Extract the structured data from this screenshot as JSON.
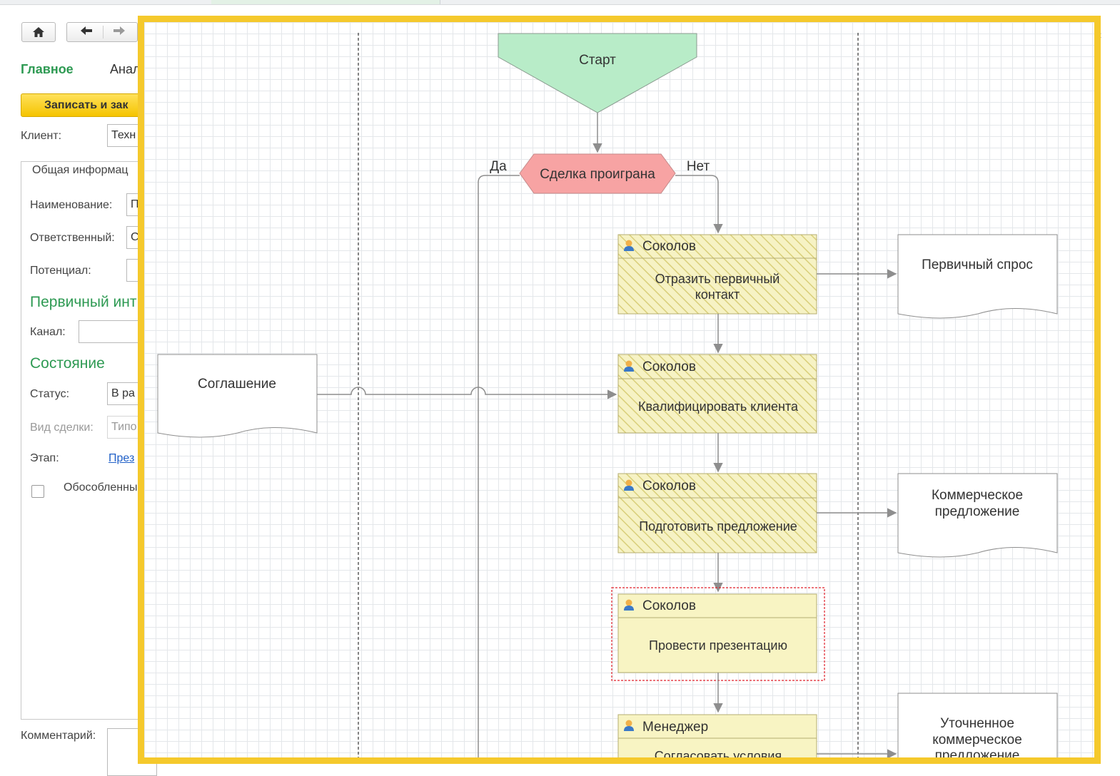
{
  "form": {
    "nav": {
      "home_icon": "home-icon",
      "back_icon": "arrow-left-icon",
      "forward_icon": "arrow-right-icon"
    },
    "menu": {
      "main": "Главное",
      "analysis": "Анал"
    },
    "save_button": "Записать и зак",
    "client_label": "Клиент:",
    "client_value": "Техн",
    "tab_general": "Общая информац",
    "name_label": "Наименование:",
    "name_value": "П",
    "responsible_label": "Ответственный:",
    "responsible_value": "С",
    "potential_label": "Потенциал:",
    "potential_value": "",
    "primary_section": "Первичный инт",
    "channel_label": "Канал:",
    "channel_value": "",
    "state_section": "Состояние",
    "status_label": "Статус:",
    "status_value": "В ра",
    "deal_type_label": "Вид сделки:",
    "deal_type_value": "Типо",
    "stage_label": "Этап:",
    "stage_value": "През",
    "separate_label": "Обособленны",
    "comment_label": "Комментарий:",
    "close_symbol": "‹"
  },
  "diagram": {
    "start": "Старт",
    "decision": "Сделка проиграна",
    "branch_yes": "Да",
    "branch_no": "Нет",
    "tasks": [
      {
        "actor": "Соколов",
        "line1": "Отразить первичный",
        "line2": "контакт"
      },
      {
        "actor": "Соколов",
        "line1": "Квалифицировать клиента",
        "line2": ""
      },
      {
        "actor": "Соколов",
        "line1": "Подготовить предложение",
        "line2": ""
      },
      {
        "actor": "Соколов",
        "line1": "Провести презентацию",
        "line2": ""
      },
      {
        "actor": "Менеджер",
        "line1": "Согласовать условия",
        "line2": ""
      }
    ],
    "documents": {
      "agreement": "Соглашение",
      "primary_demand": "Первичный спрос",
      "commercial_offer_1": "Коммерческое",
      "commercial_offer_2": "предложение",
      "refined_offer_1": "Уточненное",
      "refined_offer_2": "коммерческое",
      "refined_offer_3": "предложение"
    }
  },
  "colors": {
    "accent_green": "#2e9a53",
    "frame_yellow": "#f5c92c",
    "start_fill": "#b8ecc8",
    "decision_fill": "#f7a3a3",
    "task_fill": "#f8f4c3",
    "hatch": "#e3d98a",
    "selection": "#e0202a"
  }
}
